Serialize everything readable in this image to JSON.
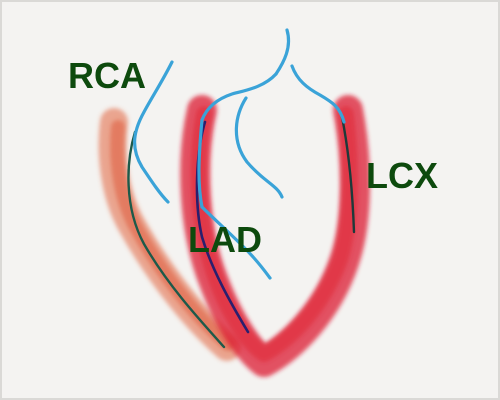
{
  "labels": {
    "rca": "RCA",
    "lad": "LAD",
    "lcx": "LCX"
  },
  "colors": {
    "background": "#f4f3f1",
    "label_text": "#0d4a0d",
    "artery_blue": "#3aa3d8",
    "right_ventricle_orange": "#e2643e",
    "left_ventricle_red": "#dc1e32",
    "rca_dark_line": "#1d5a4a",
    "lad_dark_line": "#2a1f6e",
    "lcx_dark_line": "#1d3a3a"
  }
}
